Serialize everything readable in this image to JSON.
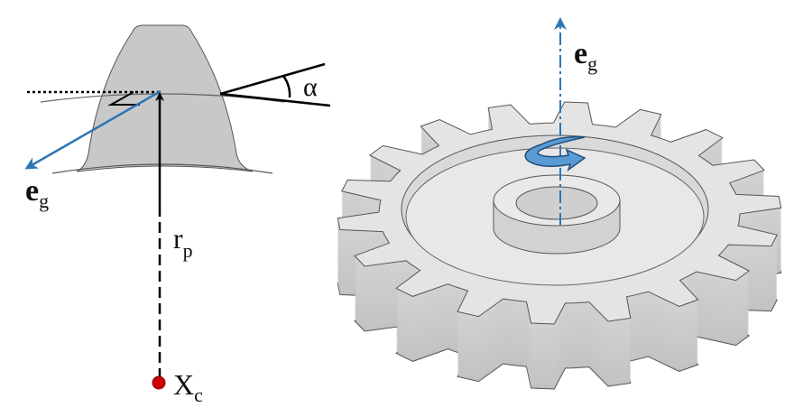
{
  "labels": {
    "eg_left": {
      "main": "e",
      "sub": "g"
    },
    "eg_right": {
      "main": "e",
      "sub": "g"
    },
    "alpha": "α",
    "rp": {
      "main": "r",
      "sub": "p"
    },
    "xc": {
      "main": "X",
      "sub": "c"
    }
  },
  "colors": {
    "vector_blue": "#2e75b6",
    "center_point_red": "#cc0000",
    "tooth_fill": "#c8c8c8",
    "gear_face": "#e4e4e4"
  },
  "gear": {
    "teeth": 18
  }
}
